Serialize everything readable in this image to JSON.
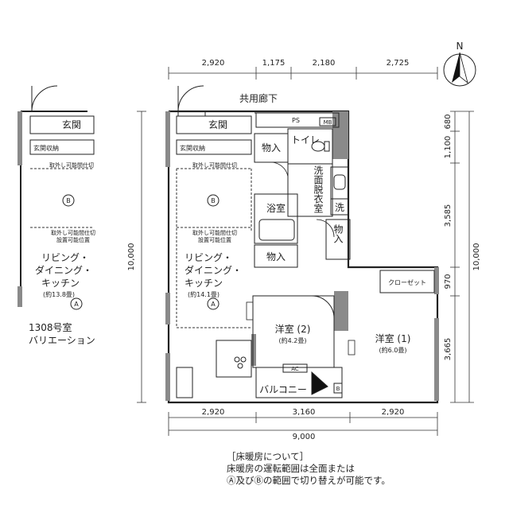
{
  "compass": {
    "label": "N"
  },
  "corridor": "共用廊下",
  "dimensions": {
    "top": [
      "2,920",
      "1,175",
      "2,180",
      "2,725"
    ],
    "bottom": [
      "2,920",
      "3,160",
      "2,920"
    ],
    "bottom_total": "9,000",
    "left_total": "10,000",
    "right": [
      "680",
      "1,100",
      "3,585",
      "970",
      "3,665"
    ],
    "right_total": "10,000"
  },
  "rooms": {
    "entrance": "玄関",
    "entrance_storage": "玄関収納",
    "ps": "PS",
    "mb": "MB",
    "storage1": "物入",
    "toilet": "トイレ",
    "washroom": "洗面脱衣室",
    "washer": "洗",
    "bath": "浴室",
    "storage2": "物入",
    "storage3": "物入",
    "closet": "クローゼット",
    "partition": "取外し可能間仕切",
    "partition_pos_1": "取外し可能間仕切",
    "partition_pos_2": "設置可能位置",
    "zone_b": "B",
    "zone_a": "A",
    "ldk_1": "リビング・",
    "ldk_2": "ダイニング・",
    "ldk_3": "キッチン",
    "ldk_size": "(約14.1畳)",
    "western2_name": "洋室 (2)",
    "western2_size": "(約4.2畳)",
    "western1_name": "洋室 (1)",
    "western1_size": "(約6.0畳)",
    "balcony": "バルコニー",
    "ac": "AC",
    "b_mark": "B"
  },
  "variation": {
    "entrance": "玄関",
    "entrance_storage": "玄関収納",
    "partition": "取外し可能間仕切",
    "partition_pos_1": "取外し可能間仕切",
    "partition_pos_2": "設置可能位置",
    "zone_b": "B",
    "zone_a": "A",
    "ldk_1": "リビング・",
    "ldk_2": "ダイニング・",
    "ldk_3": "キッチン",
    "ldk_size": "(約13.8畳)",
    "caption_1": "1308号室",
    "caption_2": "バリエーション"
  },
  "note": {
    "title": "［床暖房について］",
    "line1": "床暖房の運転範囲は全面または",
    "line2": "Ⓐ及びⒷの範囲で切り替えが可能です。"
  }
}
